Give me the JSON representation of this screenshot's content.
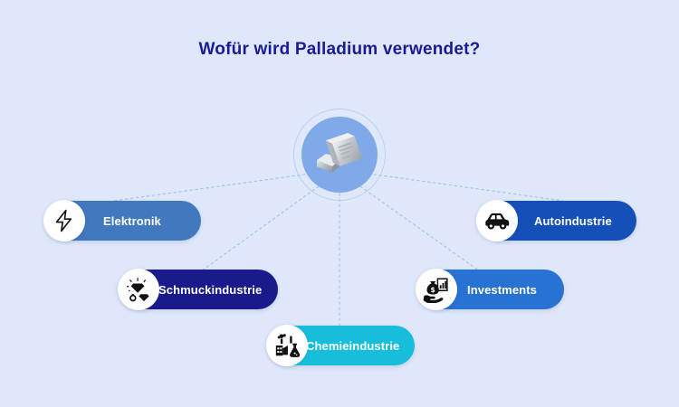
{
  "page": {
    "background_color": "#dfe8fb",
    "title": "Wofür wird Palladium verwendet?",
    "title_color": "#1a1a96"
  },
  "hub": {
    "icon": "palladium-bars-icon",
    "circle_color": "#7fa9e8",
    "ring_color": "#b9cdf0"
  },
  "connector": {
    "color": "#a9c2e8",
    "style": "dotted"
  },
  "nodes": [
    {
      "id": "elektronik",
      "label": "Elektronik",
      "icon": "lightning-bolt-icon",
      "pill_color": "#4178be",
      "text_color": "#ffffff"
    },
    {
      "id": "schmuckindustrie",
      "label": "Schmuckindustrie",
      "icon": "diamond-jewelry-icon",
      "pill_color": "#1a1a8c",
      "text_color": "#ffffff"
    },
    {
      "id": "chemieindustrie",
      "label": "Chemieindustrie",
      "icon": "factory-flask-icon",
      "pill_color": "#16bedc",
      "text_color": "#ffffff"
    },
    {
      "id": "investments",
      "label": "Investments",
      "icon": "money-bag-hand-icon",
      "pill_color": "#2872d4",
      "text_color": "#ffffff"
    },
    {
      "id": "autoindustrie",
      "label": "Autoindustrie",
      "icon": "car-icon",
      "pill_color": "#1550b8",
      "text_color": "#ffffff"
    }
  ]
}
